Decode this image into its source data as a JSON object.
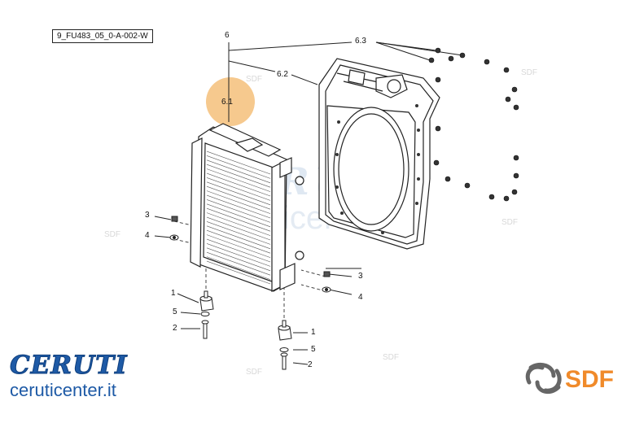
{
  "drawing_code": "9_FU483_05_0-A-002-W",
  "callouts": {
    "c6": "6",
    "c6_3": "6.3",
    "c6_2": "6.2",
    "c6_1": "6.1",
    "c3a": "3",
    "c4a": "4",
    "c3b": "3",
    "c4b": "4",
    "c1a": "1",
    "c5a": "5",
    "c2a": "2",
    "c1b": "1",
    "c5b": "5",
    "c2b": "2"
  },
  "highlight_color": "#f6c98e",
  "brand": {
    "name": "CERUTI",
    "site": "ceruticenter.it",
    "color": "#1e5aa6"
  },
  "sdf": {
    "text": "SDF",
    "color": "#f08a2a",
    "icon": "sdf-swirl-icon"
  },
  "watermark": {
    "brand": "CERUTI",
    "site": "ceruticenter.it",
    "small": "SDF"
  }
}
